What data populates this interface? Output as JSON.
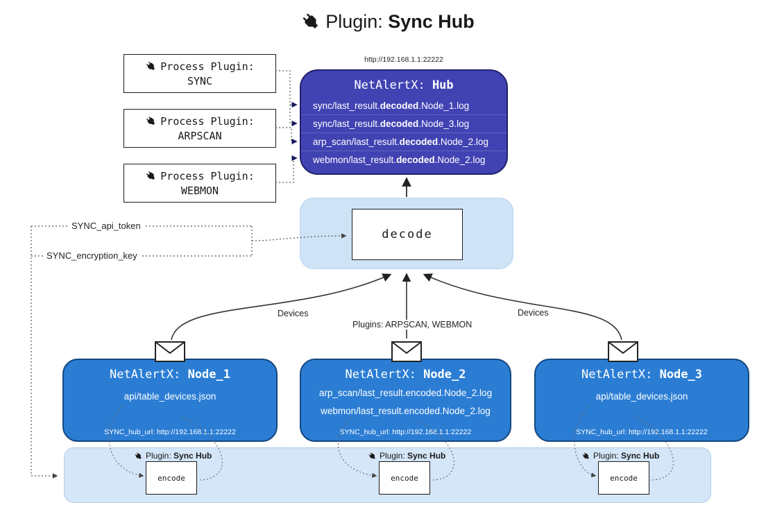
{
  "title": {
    "prefix": "Plugin: ",
    "bold": "Sync Hub"
  },
  "process_plugins": {
    "label": "Process Plugin:",
    "items": [
      "SYNC",
      "ARPSCAN",
      "WEBMON"
    ]
  },
  "hub": {
    "url": "http://192.168.1.1:22222",
    "name_prefix": "NetAlertX: ",
    "name_bold": "Hub",
    "logs": [
      {
        "pre": "sync/last_result.",
        "bold": "decoded",
        "post": ".Node_1.log"
      },
      {
        "pre": "sync/last_result.",
        "bold": "decoded",
        "post": ".Node_3.log"
      },
      {
        "pre": "arp_scan/last_result.",
        "bold": "decoded",
        "post": ".Node_2.log"
      },
      {
        "pre": "webmon/last_result.",
        "bold": "decoded",
        "post": ".Node_2.log"
      }
    ]
  },
  "decode": {
    "label": "decode"
  },
  "encode": {
    "label": "encode",
    "badge_prefix": "Plugin: ",
    "badge_bold": "Sync Hub"
  },
  "secrets": {
    "api_token": "SYNC_api_token",
    "encryption_key": "SYNC_encryption_key"
  },
  "edges": {
    "devices_left": "Devices",
    "plugins_center": "Plugins: ARPSCAN, WEBMON",
    "devices_right": "Devices"
  },
  "nodes": [
    {
      "name_prefix": "NetAlertX: ",
      "name_bold": "Node_1",
      "lines": [
        "api/table_devices.json"
      ],
      "hub_url": "SYNC_hub_url: http://192.168.1.1:22222"
    },
    {
      "name_prefix": "NetAlertX: ",
      "name_bold": "Node_2",
      "lines": [
        "arp_scan/last_result.encoded.Node_2.log",
        "webmon/last_result.encoded.Node_2.log"
      ],
      "hub_url": "SYNC_hub_url: http://192.168.1.1:22222"
    },
    {
      "name_prefix": "NetAlertX: ",
      "name_bold": "Node_3",
      "lines": [
        "api/table_devices.json"
      ],
      "hub_url": "SYNC_hub_url: http://192.168.1.1:22222"
    }
  ],
  "colors": {
    "hub_fill": "#4143b3",
    "node_fill": "#2b7dd4",
    "decode_panel": "#cfe3f7",
    "encode_panel": "#d4e6f8"
  }
}
